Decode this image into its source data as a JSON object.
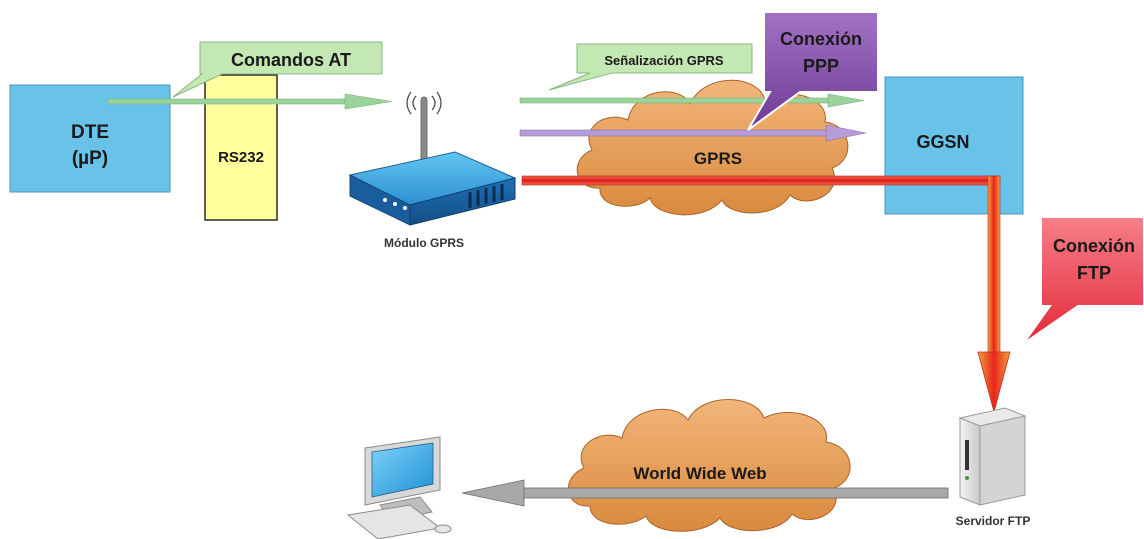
{
  "labels": {
    "dte_line1": "DTE",
    "dte_line2": "(µP)",
    "rs232": "RS232",
    "comandos_at": "Comandos AT",
    "modulo_gprs": "Módulo GPRS",
    "senalizacion_gprs": "Señalización GPRS",
    "conexion_ppp_line1": "Conexión",
    "conexion_ppp_line2": "PPP",
    "gprs_cloud": "GPRS",
    "ggsn": "GGSN",
    "conexion_ftp_line1": "Conexión",
    "conexion_ftp_line2": "FTP",
    "www_cloud": "World Wide Web",
    "servidor_ftp": "Servidor FTP"
  },
  "colors": {
    "dte_box": "#69c3e8",
    "rs232_box": "#ffff9e",
    "callout_green": "#c4e8b4",
    "callout_purple": "#8e55b0",
    "callout_red": "#ee3e50",
    "cloud": "#e79a55",
    "ggsn_box": "#69c3e8",
    "arrow_green": "#9bd49a",
    "arrow_lilac": "#b69cd8",
    "arrow_red": "#e8241c",
    "arrow_gray": "#a8a8a8"
  },
  "icons": [
    "gprs-router-icon",
    "ftp-server-icon",
    "desktop-computer-icon",
    "gprs-cloud",
    "www-cloud"
  ]
}
